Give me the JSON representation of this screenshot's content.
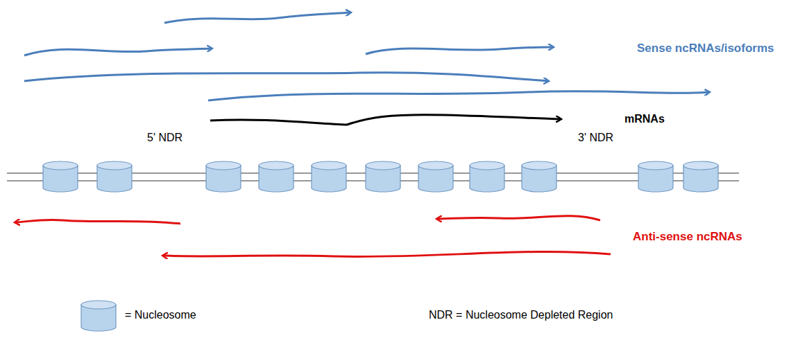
{
  "diagram": {
    "labels": [
      "Sense ncRNAs/isoforms",
      "mRNAs",
      "5' NDR",
      "3' NDR",
      "Anti-sense ncRNAs",
      "NDR = Nucleosome Depleted Region"
    ],
    "legend": [
      {
        "text": "= Nucleosome"
      }
    ]
  }
}
